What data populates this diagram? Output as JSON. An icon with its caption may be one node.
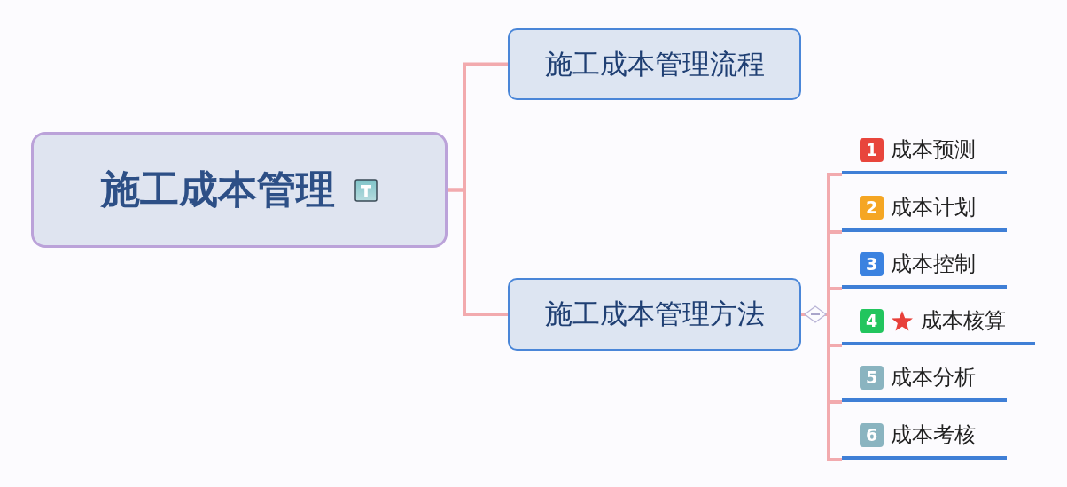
{
  "diagram": {
    "nodes": [
      {
        "text": [
          "施工成本管理"
        ]
      },
      {
        "text": [
          "施工成本管理流程"
        ]
      },
      {
        "text": [
          "施工成本管理方法"
        ]
      },
      {
        "text": [
          "1",
          "成本预测"
        ]
      },
      {
        "text": [
          "2",
          "成本计划"
        ]
      },
      {
        "text": [
          "3",
          "成本控制"
        ]
      },
      {
        "text": [
          "4",
          "成本核算"
        ]
      },
      {
        "text": [
          "5",
          "成本分析"
        ]
      },
      {
        "text": [
          "6",
          "成本考核"
        ]
      }
    ],
    "edges": [
      {
        "from": 0,
        "to": 1,
        "arrow": "none"
      },
      {
        "from": 0,
        "to": 2,
        "arrow": "none"
      },
      {
        "from": 2,
        "to": 3,
        "arrow": "none"
      },
      {
        "from": 2,
        "to": 4,
        "arrow": "none"
      },
      {
        "from": 2,
        "to": 5,
        "arrow": "none"
      },
      {
        "from": 2,
        "to": 6,
        "arrow": "none"
      },
      {
        "from": 2,
        "to": 7,
        "arrow": "none"
      },
      {
        "from": 2,
        "to": 8,
        "arrow": "none"
      }
    ]
  }
}
